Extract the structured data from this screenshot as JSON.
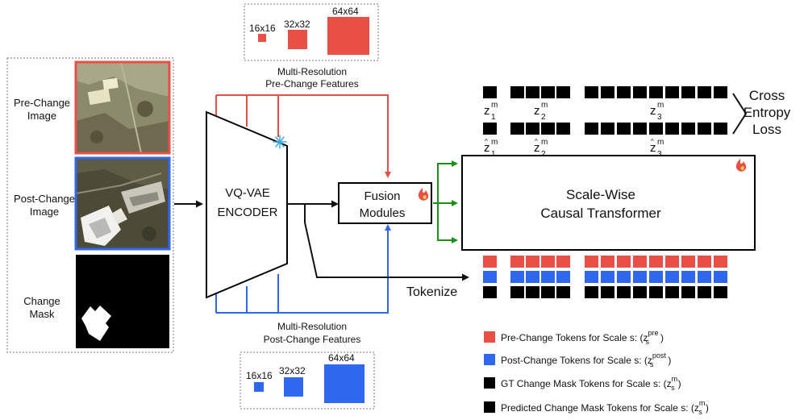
{
  "input_panel": {
    "pre_change_label_line1": "Pre-Change",
    "pre_change_label_line2": "Image",
    "post_change_label_line1": "Post-Change",
    "post_change_label_line2": "Image",
    "change_mask_label_line1": "Change",
    "change_mask_label_line2": "Mask"
  },
  "top_resolutions": {
    "res_16": "16x16",
    "res_32": "32x32",
    "res_64": "64x64",
    "caption_line1": "Multi-Resolution",
    "caption_line2": "Pre-Change Features"
  },
  "bottom_resolutions": {
    "res_16": "16x16",
    "res_32": "32x32",
    "res_64": "64x64",
    "caption_line1": "Multi-Resolution",
    "caption_line2": "Post-Change Features"
  },
  "encoder": {
    "line1": "VQ-VAE",
    "line2": "ENCODER",
    "frozen_icon": "snowflake-icon"
  },
  "fusion": {
    "line1": "Fusion",
    "line2": "Modules",
    "trainable_icon": "fire-icon"
  },
  "transformer": {
    "line1": "Scale-Wise",
    "line2": "Causal Transformer",
    "trainable_icon": "fire-icon"
  },
  "tokenize_label": "Tokenize",
  "loss": {
    "line1": "Cross",
    "line2": "Entropy",
    "line3": "Loss"
  },
  "token_labels": {
    "z": "z",
    "sup": "m",
    "sub1": "1",
    "sub2": "2",
    "sub3": "3"
  },
  "legend": {
    "items": [
      {
        "text": "Pre-Change Tokens for Scale s: (",
        "sup": "pre",
        "color": "#ea4f45"
      },
      {
        "text": "Post-Change Tokens for Scale s: (",
        "sup": "post",
        "color": "#2f67ee"
      },
      {
        "text": "GT Change Mask Tokens for Scale s: (",
        "sup": "m",
        "color": "#000000"
      },
      {
        "text": "Predicted Change Mask Tokens for Scale s: (",
        "sup": "m",
        "color": "#000000"
      }
    ],
    "var": "z",
    "sub": "s",
    "close": ")"
  },
  "colors": {
    "pre": "#ea4f45",
    "post": "#2f67ee",
    "token_black": "#000000",
    "flow_green": "#1a8f1a",
    "flow_black": "#111111"
  }
}
